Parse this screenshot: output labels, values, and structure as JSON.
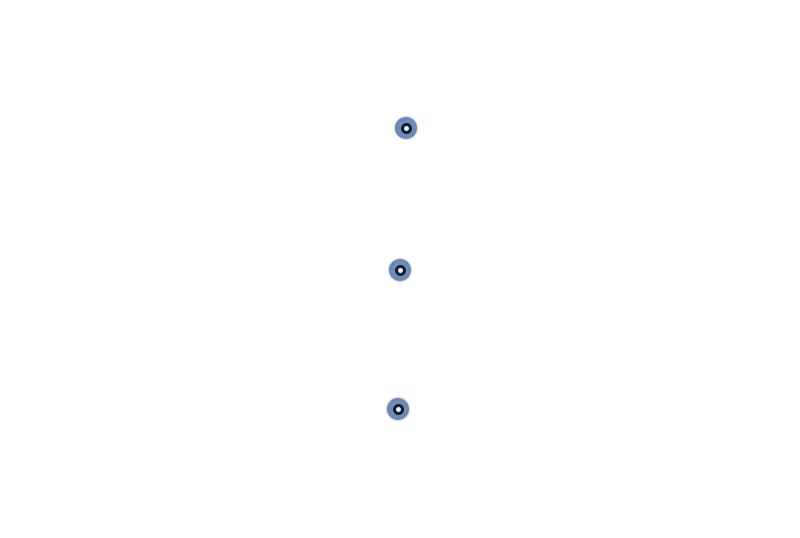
{
  "markers": [
    {
      "id": "marker-1",
      "icon": "target-dot-icon",
      "color": "#6a88b3",
      "center_color": "#101a33"
    },
    {
      "id": "marker-2",
      "icon": "target-dot-icon",
      "color": "#6a88b3",
      "center_color": "#101a33"
    },
    {
      "id": "marker-3",
      "icon": "target-dot-icon",
      "color": "#6a88b3",
      "center_color": "#101a33"
    }
  ],
  "background": "#ffffff"
}
